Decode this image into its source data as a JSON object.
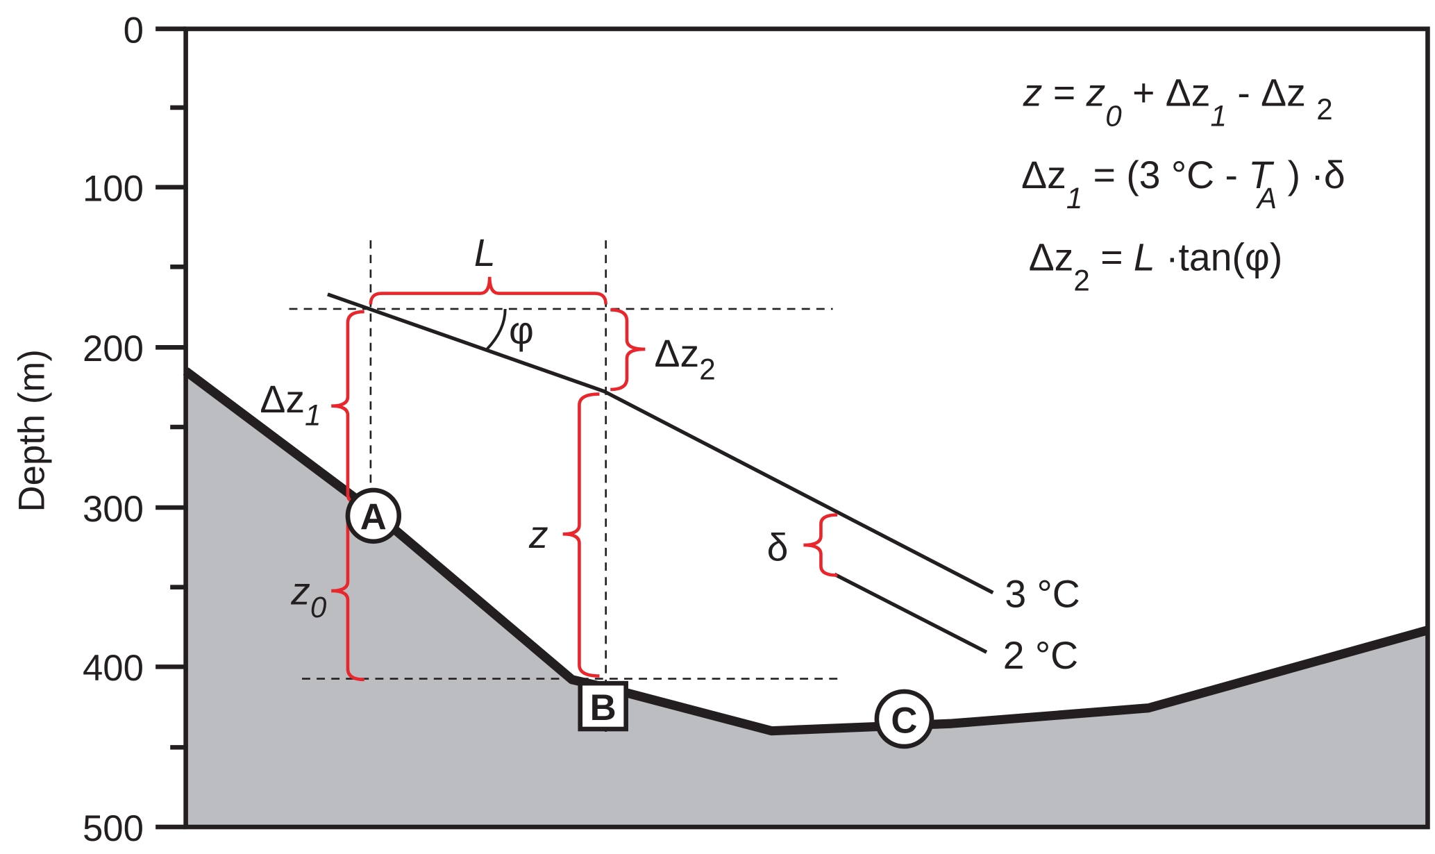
{
  "axis": {
    "ylabel": "Depth (m)",
    "ticks": [
      "0",
      "100",
      "200",
      "300",
      "400",
      "500"
    ]
  },
  "equations": {
    "eq1": {
      "lhs": "z",
      "eq": " = ",
      "z": "z",
      "sub0": "0",
      "plus": " + Δz",
      "sub1": "1",
      "minus": " - Δz ",
      "sub2": "2"
    },
    "eq2": {
      "lhs": "Δz",
      "sub1": "1",
      "rest": " = (3 °C - ",
      "T": "T",
      "subA": "A",
      "end": " ) ·δ"
    },
    "eq3": {
      "lhs": "Δz",
      "sub2": "2",
      "eq": " = ",
      "L": "L",
      "rest": " ·tan(φ)"
    }
  },
  "labels": {
    "L": "L",
    "phi": "φ",
    "dz1": "Δz",
    "dz1_sub": "1",
    "dz2": "Δz",
    "dz2_sub": "2",
    "z0": "z",
    "z0_sub": "0",
    "z": "z",
    "delta": "δ",
    "iso3": "3 °C",
    "iso2": "2 °C"
  },
  "points": {
    "A": "A",
    "B": "B",
    "C": "C"
  },
  "colors": {
    "seafloor": "#bcbdc0",
    "brace": "#e8262b",
    "ink": "#231f20"
  }
}
